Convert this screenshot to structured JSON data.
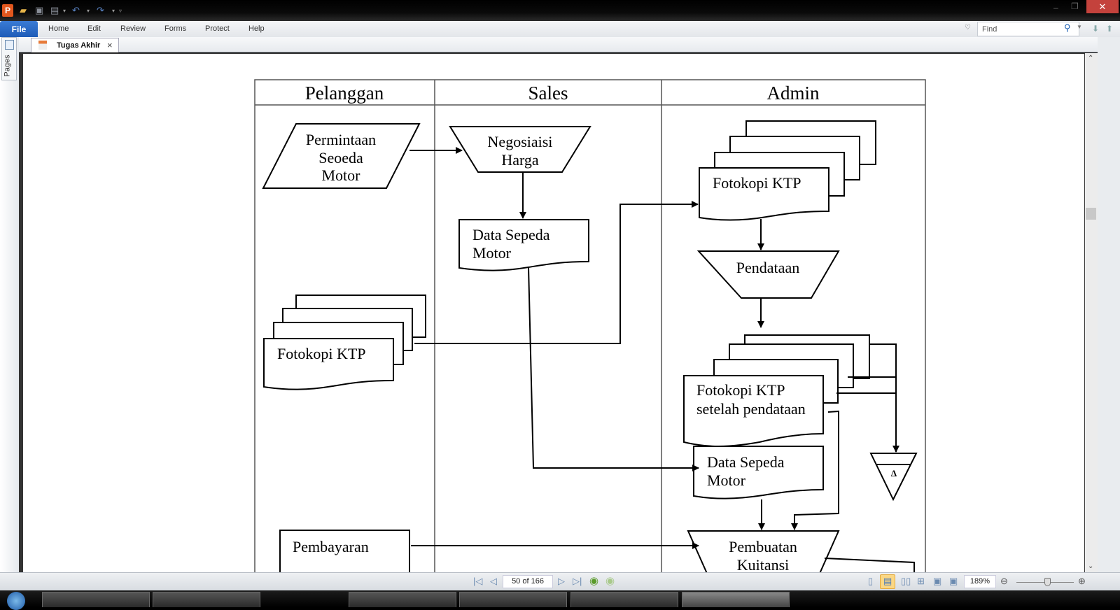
{
  "titlebar": {
    "quick_access": [
      "app-icon",
      "open-folder-icon",
      "save-icon",
      "print-icon",
      "undo-icon",
      "redo-icon",
      "customize-icon"
    ],
    "window_controls": {
      "minimize": "–",
      "maximize": "❐",
      "close": "✕"
    }
  },
  "ribbon": {
    "file_label": "File",
    "tabs": [
      "Home",
      "Edit",
      "Review",
      "Forms",
      "Protect",
      "Help"
    ],
    "find_placeholder": "Find"
  },
  "tabbar": {
    "document_tab": "Tugas Akhir",
    "close": "×"
  },
  "sidebar": {
    "pages_label": "Pages"
  },
  "statusbar": {
    "page_indicator": "50 of 166",
    "zoom_level": "189%",
    "zoom_value_percent": 189
  },
  "flowchart": {
    "lanes": [
      "Pelanggan",
      "Sales",
      "Admin"
    ],
    "shapes": {
      "permintaan": [
        "Permintaan",
        "Seoeda",
        "Motor"
      ],
      "negosiasi": [
        "Negosiaisi",
        "Harga"
      ],
      "data_sepeda_sales": [
        "Data Sepeda",
        "Motor"
      ],
      "fotokopi_pelanggan": [
        "Fotokopi KTP"
      ],
      "fotokopi_admin": [
        "Fotokopi KTP"
      ],
      "pendataan": [
        "Pendataan"
      ],
      "fotokopi_setelah": [
        "Fotokopi KTP",
        "setelah pendataan"
      ],
      "data_sepeda_admin": [
        "Data Sepeda",
        "Motor"
      ],
      "arsip": [
        "Δ"
      ],
      "pembayaran": [
        "Pembayaran"
      ],
      "pembuatan_kuitansi": [
        "Pembuatan",
        "Kuitansi"
      ]
    }
  }
}
